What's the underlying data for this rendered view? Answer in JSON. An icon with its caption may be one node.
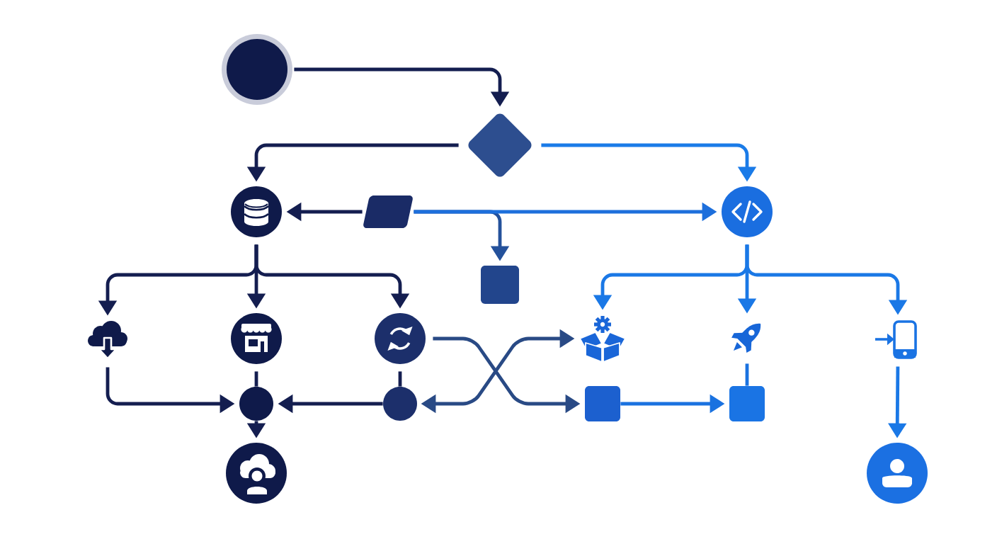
{
  "diagram": {
    "nodes": [
      {
        "text": [],
        "shape": "circle"
      },
      {
        "text": [],
        "shape": "diamond"
      },
      {
        "text": [],
        "shape": "circle"
      },
      {
        "text": [],
        "shape": "parallelogram"
      },
      {
        "text": [],
        "shape": "circle"
      },
      {
        "text": [],
        "shape": "box"
      },
      {
        "text": [],
        "shape": "cloud"
      },
      {
        "text": [],
        "shape": "circle"
      },
      {
        "text": [],
        "shape": "circle"
      },
      {
        "text": [],
        "shape": "picture"
      },
      {
        "text": [],
        "shape": "picture"
      },
      {
        "text": [],
        "shape": "picture"
      },
      {
        "text": [],
        "shape": "circle"
      },
      {
        "text": [],
        "shape": "circle"
      },
      {
        "text": [],
        "shape": "box"
      },
      {
        "text": [],
        "shape": "box"
      },
      {
        "text": [],
        "shape": "circle"
      },
      {
        "text": [],
        "shape": "circle"
      }
    ],
    "edges": [
      {
        "from": 0,
        "to": 1,
        "arrow": "to"
      },
      {
        "from": 1,
        "to": 2,
        "arrow": "to"
      },
      {
        "from": 1,
        "to": 4,
        "arrow": "to",
        "color": "#1a7be8"
      },
      {
        "from": 3,
        "to": 2,
        "arrow": "to"
      },
      {
        "from": 3,
        "to": 5,
        "arrow": "to",
        "color": "#24519b"
      },
      {
        "from": 3,
        "to": 4,
        "arrow": "to",
        "color": "#1d6fdc"
      },
      {
        "from": 2,
        "to": 6,
        "arrow": "to"
      },
      {
        "from": 2,
        "to": 7,
        "arrow": "to"
      },
      {
        "from": 2,
        "to": 8,
        "arrow": "to"
      },
      {
        "from": 4,
        "to": 9,
        "arrow": "to",
        "color": "#1a78e6"
      },
      {
        "from": 4,
        "to": 10,
        "arrow": "to",
        "color": "#1a78e6"
      },
      {
        "from": 4,
        "to": 11,
        "arrow": "to",
        "color": "#1a78e6"
      },
      {
        "from": 6,
        "to": 12,
        "arrow": "to"
      },
      {
        "from": 7,
        "to": 12,
        "arrow": "none"
      },
      {
        "from": 8,
        "to": 13,
        "arrow": "none"
      },
      {
        "from": 13,
        "to": 12,
        "arrow": "to"
      },
      {
        "from": 12,
        "to": 16,
        "arrow": "to"
      },
      {
        "from": 8,
        "to": 14,
        "arrow": "to",
        "color": "#294a85"
      },
      {
        "from": 13,
        "to": 9,
        "arrow": "both",
        "color": "#294a85"
      },
      {
        "from": 14,
        "to": 15,
        "arrow": "to",
        "color": "#1a72e0"
      },
      {
        "from": 10,
        "to": 15,
        "arrow": "none",
        "color": "#1a72e0"
      },
      {
        "from": 11,
        "to": 17,
        "arrow": "to",
        "color": "#1a78e6"
      }
    ]
  }
}
